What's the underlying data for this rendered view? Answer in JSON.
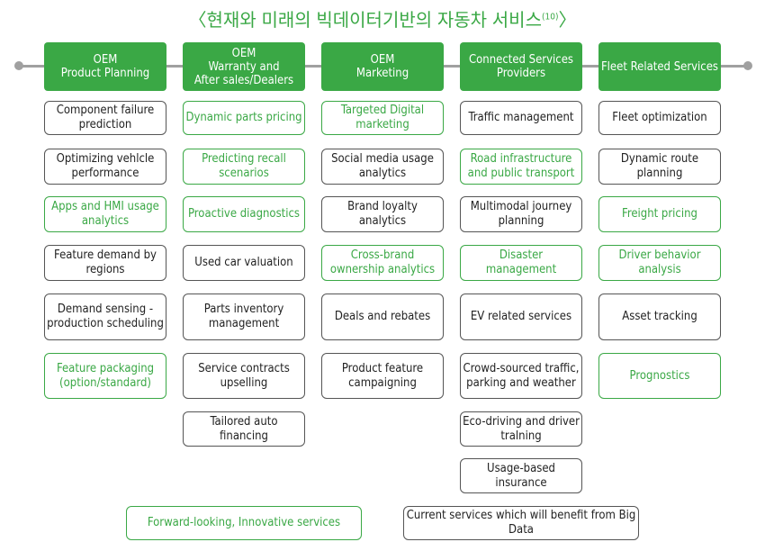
{
  "title": "〈현재와 미래의 빅데이터기반의 자동차 서비스",
  "title_ref": "(10)",
  "title_end": "〉",
  "columns": [
    {
      "header": "OEM\nProduct Planning",
      "items": [
        {
          "text": "Component failure prediction",
          "type": "gray"
        },
        {
          "text": "Optimizing vehlcle performance",
          "type": "gray"
        },
        {
          "text": "Apps and HMI usage analytics",
          "type": "green"
        },
        {
          "text": "Feature demand by regions",
          "type": "gray"
        },
        {
          "text": "Demand sensing - production scheduling",
          "type": "gray"
        },
        {
          "text": "Feature packaging (option/standard)",
          "type": "green"
        }
      ]
    },
    {
      "header": "OEM\nWarranty and\nAfter sales/Dealers",
      "items": [
        {
          "text": "Dynamic parts pricing",
          "type": "green"
        },
        {
          "text": "Predicting recall scenarios",
          "type": "green"
        },
        {
          "text": "Proactive diagnostics",
          "type": "green"
        },
        {
          "text": "Used car valuation",
          "type": "gray"
        },
        {
          "text": "Parts inventory management",
          "type": "gray"
        },
        {
          "text": "Service contracts upselling",
          "type": "gray"
        },
        {
          "text": "Tailored auto financing",
          "type": "gray"
        }
      ]
    },
    {
      "header": "OEM\nMarketing",
      "items": [
        {
          "text": "Targeted Digital marketing",
          "type": "green"
        },
        {
          "text": "Social media usage analytics",
          "type": "gray"
        },
        {
          "text": "Brand loyalty analytics",
          "type": "gray"
        },
        {
          "text": "Cross-brand ownership analytics",
          "type": "green"
        },
        {
          "text": "Deals and rebates",
          "type": "gray"
        },
        {
          "text": "Product feature campaigning",
          "type": "gray"
        }
      ]
    },
    {
      "header": "Connected Services\nProviders",
      "items": [
        {
          "text": "Traffic management",
          "type": "gray"
        },
        {
          "text": "Road infrastructure and public transport",
          "type": "green"
        },
        {
          "text": "Multimodal journey planning",
          "type": "gray"
        },
        {
          "text": "Disaster management",
          "type": "green"
        },
        {
          "text": "EV related services",
          "type": "gray"
        },
        {
          "text": "Crowd-sourced traffic, parking and weather",
          "type": "gray"
        },
        {
          "text": "Eco-driving and driver tralning",
          "type": "gray"
        },
        {
          "text": "Usage-based insurance",
          "type": "gray"
        }
      ]
    },
    {
      "header": "Fleet Related Services",
      "items": [
        {
          "text": "Fleet optimization",
          "type": "gray"
        },
        {
          "text": "Dynamic route planning",
          "type": "gray"
        },
        {
          "text": "Freight pricing",
          "type": "green"
        },
        {
          "text": "Driver behavior analysis",
          "type": "green"
        },
        {
          "text": "Asset tracking",
          "type": "gray"
        },
        {
          "text": "Prognostics",
          "type": "green"
        }
      ]
    }
  ],
  "legend": {
    "green": "Forward-looking, Innovative services",
    "gray": "Current services which will benefit from Big Data"
  },
  "colors": {
    "accent": "#3aa845",
    "line": "#a0a0a0"
  }
}
